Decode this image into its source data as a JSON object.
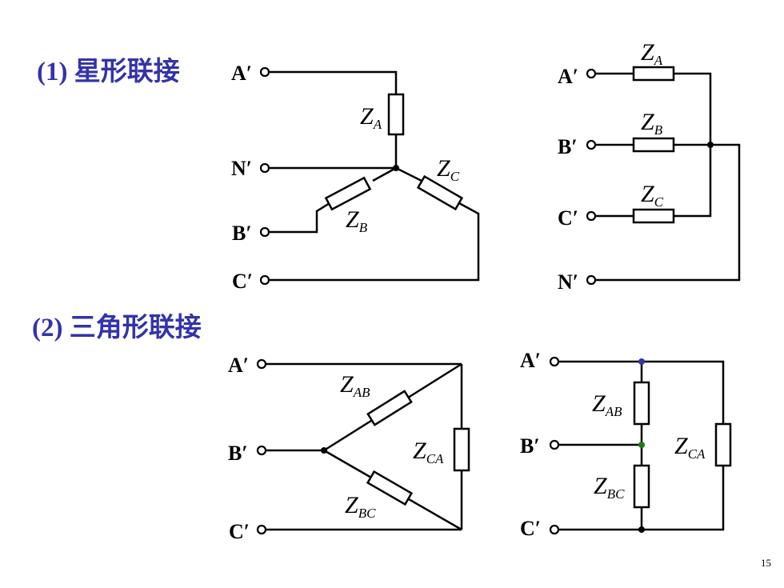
{
  "headings": {
    "star": "(1) 星形联接",
    "delta": "(2) 三角形联接"
  },
  "terminals": {
    "a": "A′",
    "b": "B′",
    "c": "C′",
    "n": "N′"
  },
  "impedances": {
    "z": "Z",
    "a": "A",
    "b": "B",
    "c": "C",
    "ab": "AB",
    "bc": "BC",
    "ca": "CA"
  },
  "page_number": "15",
  "colors": {
    "heading": "#3333aa",
    "node_blue": "#3333aa",
    "node_green": "#1a7a1a"
  }
}
